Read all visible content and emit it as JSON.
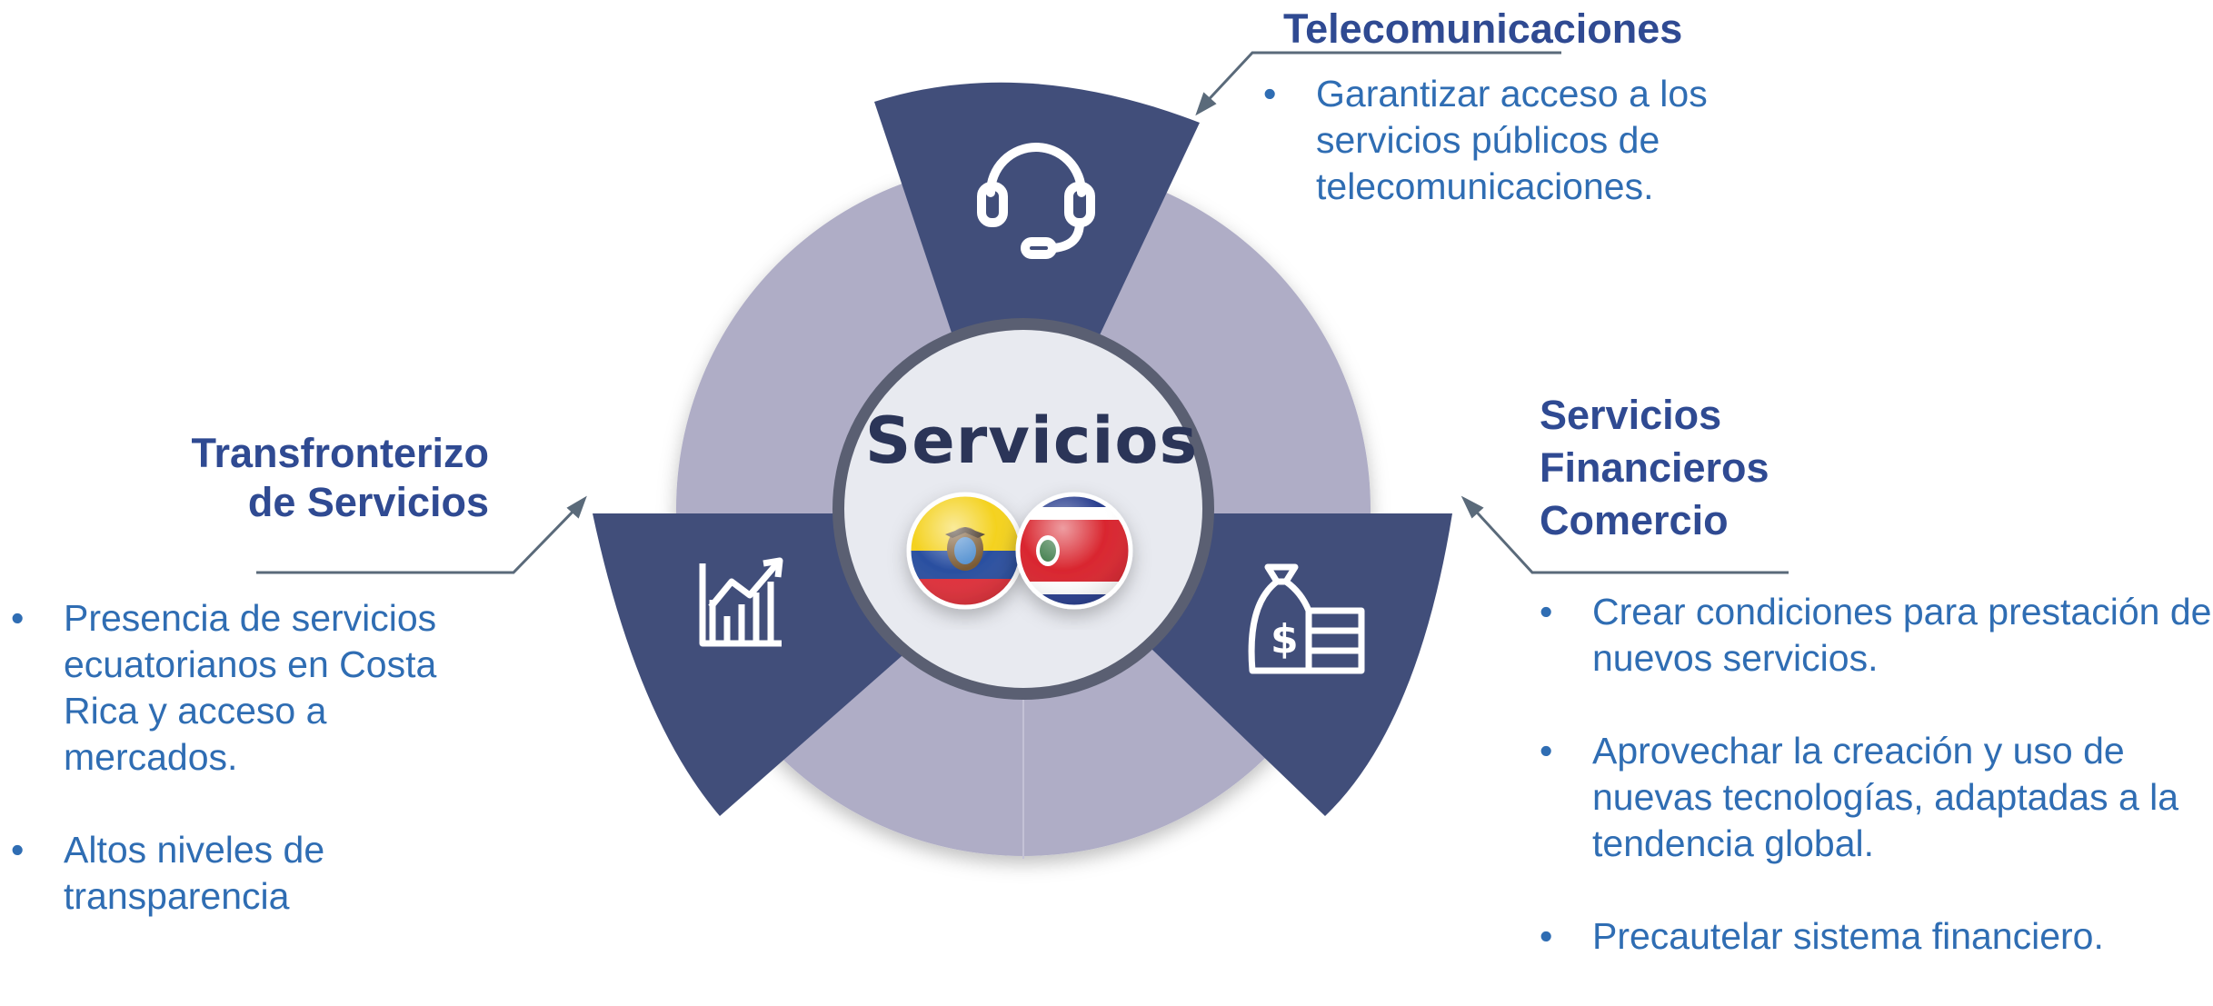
{
  "center": {
    "label": "Servicios"
  },
  "sections": {
    "telecom": {
      "title": "Telecomunicaciones",
      "bullets": [
        "Garantizar acceso a los servicios públicos de telecomunicaciones."
      ]
    },
    "cross_border": {
      "title_lines": [
        "Transfronterizo",
        "de Servicios"
      ],
      "bullets": [
        "Presencia de servicios ecuatorianos en Costa Rica y acceso a mercados.",
        "Altos niveles de transparencia"
      ]
    },
    "financial": {
      "title_lines": [
        "Servicios",
        "Financieros",
        "Comercio"
      ],
      "bullets": [
        "Crear condiciones para prestación de nuevos servicios.",
        "Aprovechar la creación y uso de nuevas tecnologías, adaptadas a la tendencia global.",
        "Precautelar sistema financiero."
      ]
    }
  },
  "icons": {
    "top": "headset-icon",
    "left": "growth-chart-icon",
    "right": "money-bag-icon",
    "flags": [
      "ecuador-flag-icon",
      "costa-rica-flag-icon"
    ]
  },
  "colors": {
    "dark_segment": "#414e7a",
    "light_ring": "#afadc6",
    "title_text": "#2f4a92",
    "body_text": "#2f6db3",
    "center_fill": "#e8eaf0",
    "center_ring": "#5a5f72"
  }
}
